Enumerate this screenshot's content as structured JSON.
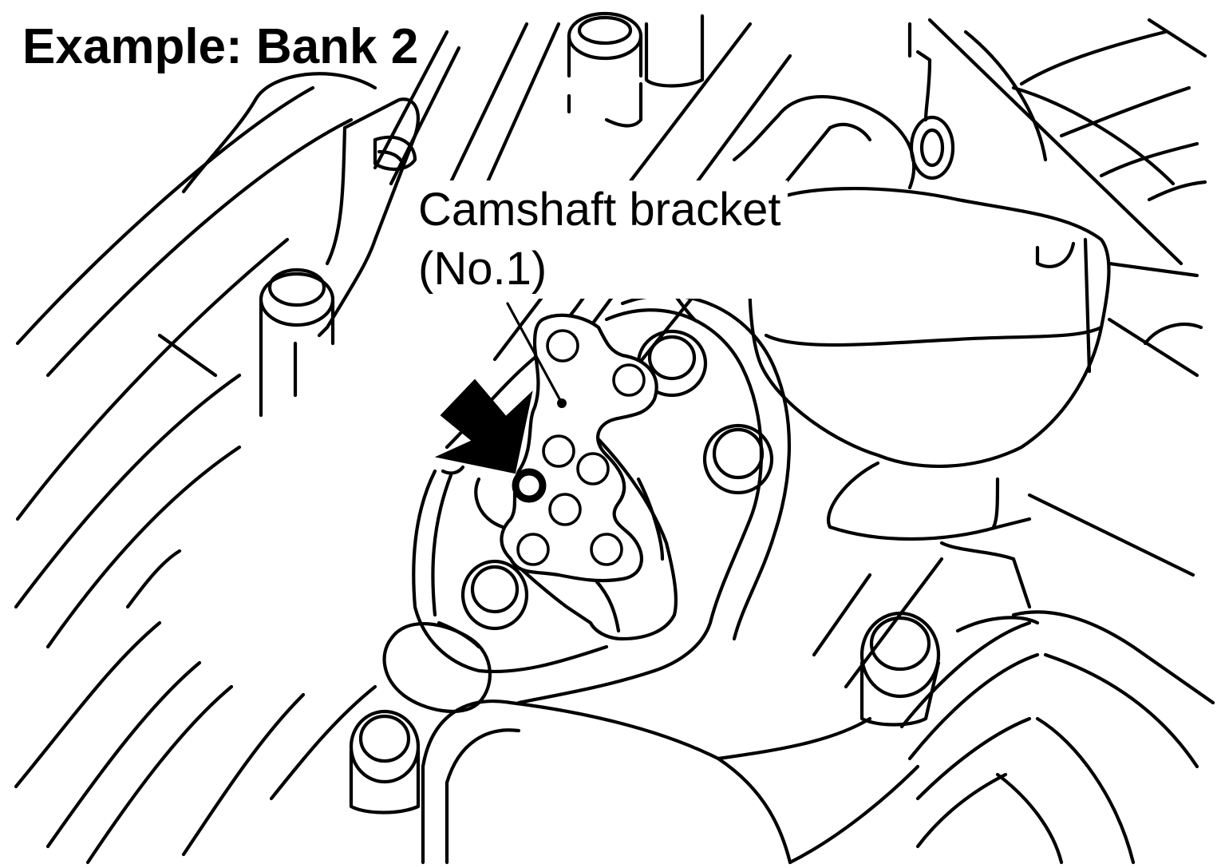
{
  "title": "Example: Bank 2",
  "callout": {
    "line1": "Camshaft bracket",
    "line2": "(No.1)"
  },
  "colors": {
    "line": "#000000",
    "background": "#ffffff"
  },
  "icons": {
    "pointer": "arrow-pointer-icon",
    "target": "oil-hole-ring-icon"
  }
}
